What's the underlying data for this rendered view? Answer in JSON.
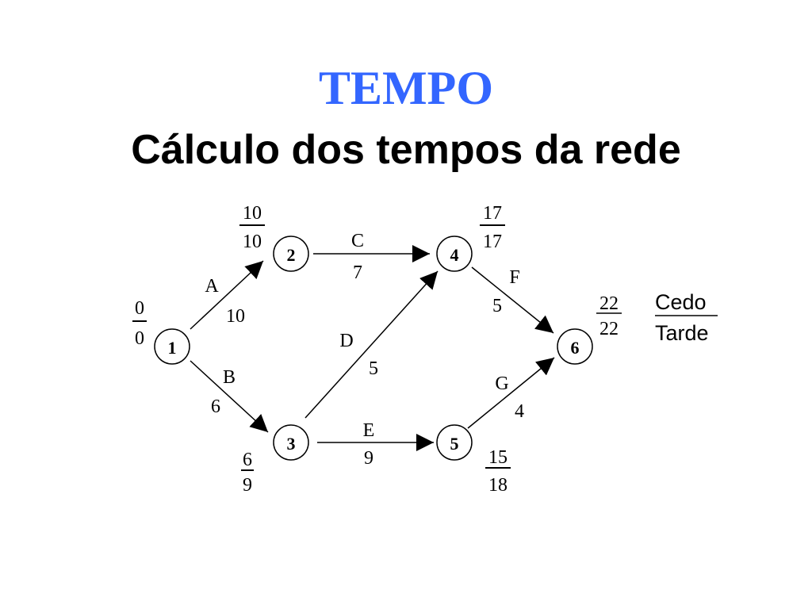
{
  "slide": {
    "title": "TEMPO",
    "subtitle": "Cálculo dos tempos da rede"
  },
  "legend": {
    "early_label": "Cedo",
    "late_label": "Tarde"
  },
  "nodes": [
    {
      "id": "1",
      "early": "0",
      "late": "0"
    },
    {
      "id": "2",
      "early": "10",
      "late": "10"
    },
    {
      "id": "3",
      "early": "6",
      "late": "9"
    },
    {
      "id": "4",
      "early": "17",
      "late": "17"
    },
    {
      "id": "5",
      "early": "15",
      "late": "18"
    },
    {
      "id": "6",
      "early": "22",
      "late": "22"
    }
  ],
  "activities": [
    {
      "name": "A",
      "duration": "10",
      "from": "1",
      "to": "2"
    },
    {
      "name": "B",
      "duration": "6",
      "from": "1",
      "to": "3"
    },
    {
      "name": "C",
      "duration": "7",
      "from": "2",
      "to": "4"
    },
    {
      "name": "D",
      "duration": "5",
      "from": "3",
      "to": "4"
    },
    {
      "name": "E",
      "duration": "9",
      "from": "3",
      "to": "5"
    },
    {
      "name": "F",
      "duration": "5",
      "from": "4",
      "to": "6"
    },
    {
      "name": "G",
      "duration": "4",
      "from": "5",
      "to": "6"
    }
  ]
}
